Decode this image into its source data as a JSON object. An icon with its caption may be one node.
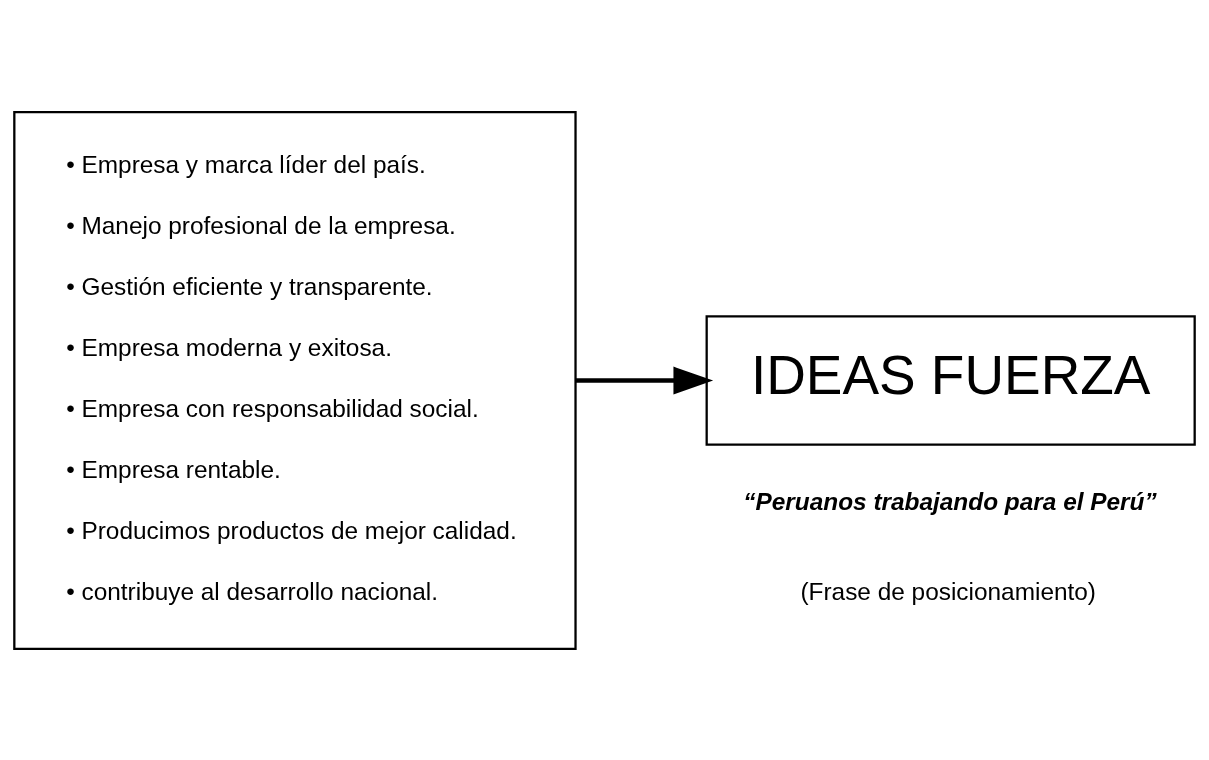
{
  "diagram": {
    "nodes": [
      {
        "text": [
          "• Empresa y marca líder del país.",
          "• Manejo profesional de la empresa.",
          "• Gestión eficiente y transparente.",
          "• Empresa moderna y exitosa.",
          "• Empresa con responsabilidad social.",
          "• Empresa rentable.",
          "• Producimos productos de mejor calidad.",
          "• contribuye al desarrollo nacional."
        ]
      },
      {
        "text": [
          "IDEAS FUERZA"
        ]
      }
    ],
    "edges": [
      {
        "from": 0,
        "to": 1,
        "arrow": "to"
      }
    ],
    "labels": [
      "“Peruanos trabajando para el Perú”",
      "(Frase de posicionamiento)"
    ]
  }
}
